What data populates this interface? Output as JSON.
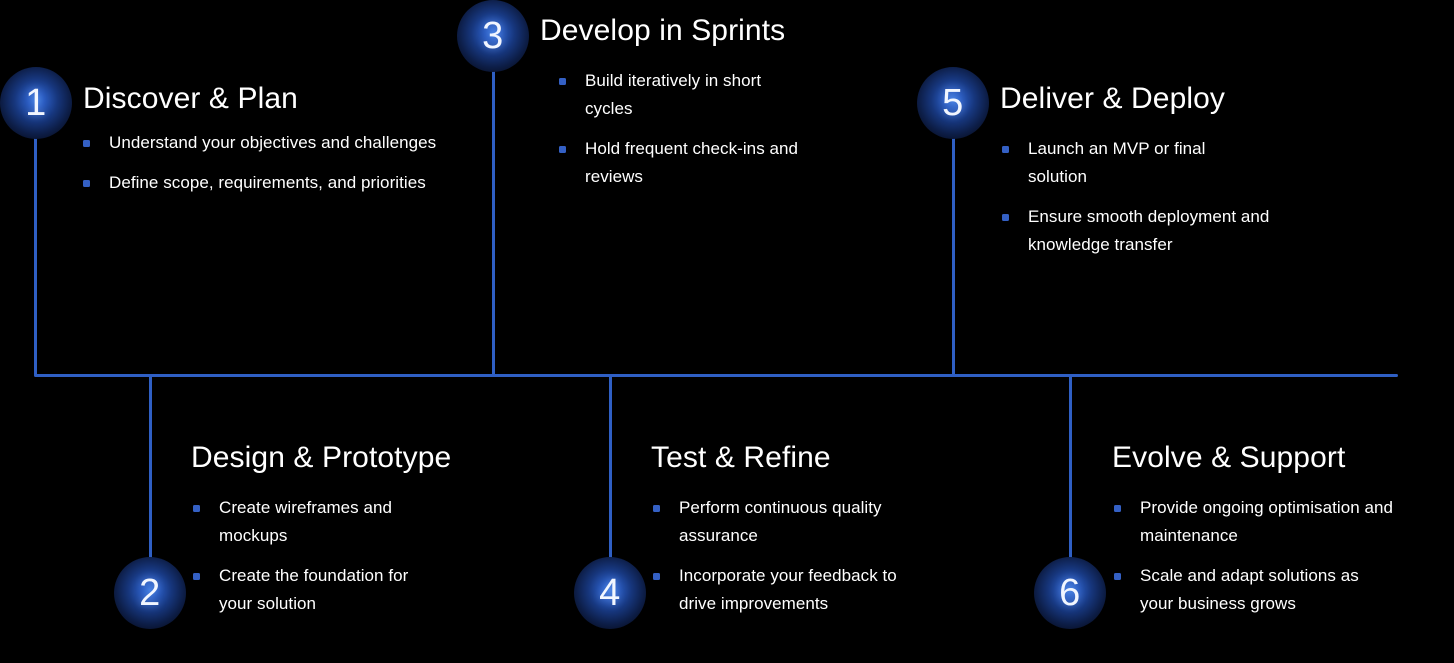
{
  "diagram": {
    "title": "Six-step delivery process timeline",
    "colors": {
      "background": "#000000",
      "line": "#2f5fc4",
      "bullet": "#3460c4",
      "badge_center": "#3f7ae0",
      "badge_edge": "#03060f",
      "text": "#ffffff"
    }
  },
  "steps": [
    {
      "number": "1",
      "title": "Discover & Plan",
      "bullets": [
        "Understand your objectives and challenges",
        "Define scope, requirements, and priorities"
      ]
    },
    {
      "number": "2",
      "title": "Design & Prototype",
      "bullets": [
        "Create wireframes and mockups",
        "Create the foundation for your solution"
      ]
    },
    {
      "number": "3",
      "title": "Develop in Sprints",
      "bullets": [
        "Build iteratively in short cycles",
        "Hold frequent check-ins and reviews"
      ]
    },
    {
      "number": "4",
      "title": "Test & Refine",
      "bullets": [
        "Perform continuous quality assurance",
        "Incorporate your feedback to drive improvements"
      ]
    },
    {
      "number": "5",
      "title": "Deliver & Deploy",
      "bullets": [
        "Launch an MVP or final solution",
        "Ensure smooth deployment and knowledge transfer"
      ]
    },
    {
      "number": "6",
      "title": "Evolve & Support",
      "bullets": [
        "Provide ongoing optimisation and maintenance",
        "Scale and adapt solutions as your business grows"
      ]
    }
  ]
}
